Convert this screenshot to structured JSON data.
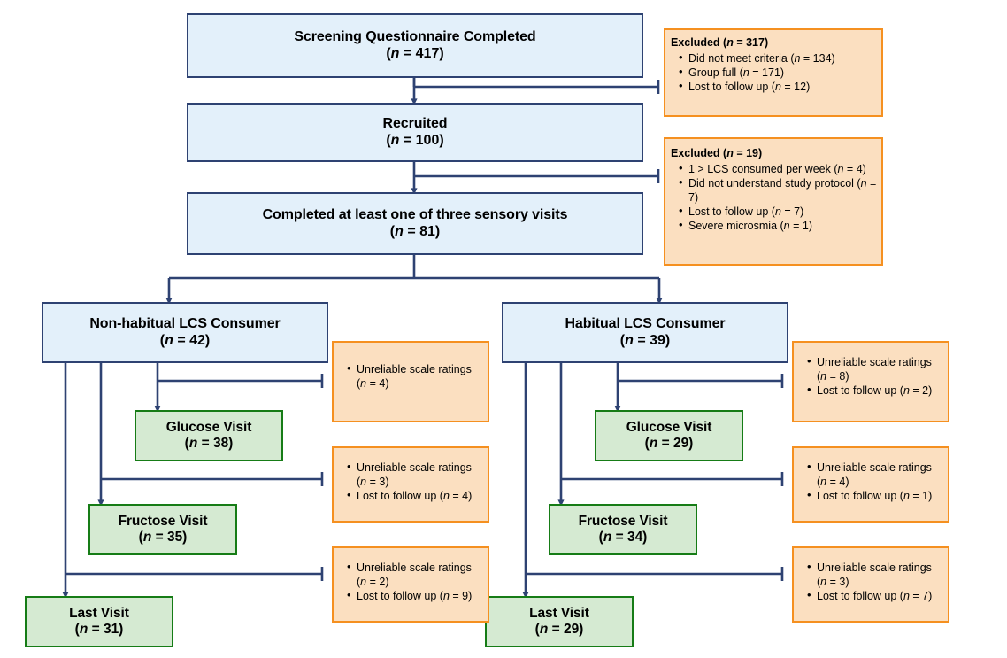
{
  "diagram": {
    "title": "CONSORT-style participant flow diagram",
    "colors": {
      "blue_fill": "#e3f0fa",
      "blue_border": "#2e4272",
      "green_fill": "#d5ead2",
      "green_border": "#167c16",
      "orange_fill": "#fbdfc0",
      "orange_border": "#f59020",
      "connector": "#2e4272"
    }
  },
  "nodes": {
    "screening": {
      "title": "Screening Questionnaire Completed",
      "n_label": "(",
      "n_var": "n",
      "n_rest": " = 417)"
    },
    "recruited": {
      "title": "Recruited",
      "n_rest": " = 100)"
    },
    "completed": {
      "title": "Completed at least one of three sensory visits",
      "n_rest": " = 81)"
    },
    "nonhabitual": {
      "title": "Non-habitual LCS Consumer",
      "n_rest": " = 42)"
    },
    "habitual": {
      "title": "Habitual LCS Consumer",
      "n_rest": " = 39)"
    },
    "nh_glucose": {
      "title": "Glucose Visit",
      "n_rest": " = 38)"
    },
    "nh_fructose": {
      "title": "Fructose Visit",
      "n_rest": " = 35)"
    },
    "nh_last": {
      "title": "Last Visit",
      "n_rest": " = 31)"
    },
    "h_glucose": {
      "title": "Glucose Visit",
      "n_rest": " = 29)"
    },
    "h_fructose": {
      "title": "Fructose Visit",
      "n_rest": " = 34)"
    },
    "h_last": {
      "title": "Last Visit",
      "n_rest": " = 29)"
    }
  },
  "exclusions": {
    "excluded_317": {
      "heading_pre": "Excluded (",
      "heading_var": "n",
      "heading_post": " = 317)",
      "items": [
        {
          "text_pre": "Did not meet criteria (",
          "var": "n",
          "text_post": " = 134)"
        },
        {
          "text_pre": "Group full (",
          "var": "n",
          "text_post": " = 171)"
        },
        {
          "text_pre": "Lost to follow up (",
          "var": "n",
          "text_post": " = 12)"
        }
      ]
    },
    "excluded_19": {
      "heading_pre": "Excluded (",
      "heading_var": "n",
      "heading_post": " = 19)",
      "items": [
        {
          "text_pre": "1 > LCS consumed per week (",
          "var": "n",
          "text_post": " = 4)"
        },
        {
          "text_pre": "Did not understand study protocol (",
          "var": "n",
          "text_post": " = 7)"
        },
        {
          "text_pre": "Lost to follow up (",
          "var": "n",
          "text_post": " = 7)"
        },
        {
          "text_pre": "Severe microsmia (",
          "var": "n",
          "text_post": " = 1)"
        }
      ]
    },
    "nh_glucose_loss": {
      "items": [
        {
          "text_pre": "Unreliable scale ratings (",
          "var": "n",
          "text_post": " = 4)"
        }
      ]
    },
    "nh_fructose_loss": {
      "items": [
        {
          "text_pre": "Unreliable scale ratings (",
          "var": "n",
          "text_post": " = 3)"
        },
        {
          "text_pre": "Lost to follow up (",
          "var": "n",
          "text_post": " = 4)"
        }
      ]
    },
    "nh_last_loss": {
      "items": [
        {
          "text_pre": "Unreliable scale ratings (",
          "var": "n",
          "text_post": " = 2)"
        },
        {
          "text_pre": "Lost to follow up (",
          "var": "n",
          "text_post": " = 9)"
        }
      ]
    },
    "h_glucose_loss": {
      "items": [
        {
          "text_pre": "Unreliable scale ratings (",
          "var": "n",
          "text_post": " = 8)"
        },
        {
          "text_pre": "Lost to follow up (",
          "var": "n",
          "text_post": " = 2)"
        }
      ]
    },
    "h_fructose_loss": {
      "items": [
        {
          "text_pre": "Unreliable scale ratings (",
          "var": "n",
          "text_post": " = 4)"
        },
        {
          "text_pre": "Lost to follow up (",
          "var": "n",
          "text_post": " = 1)"
        }
      ]
    },
    "h_last_loss": {
      "items": [
        {
          "text_pre": "Unreliable scale ratings (",
          "var": "n",
          "text_post": " = 3)"
        },
        {
          "text_pre": "Lost to follow up (",
          "var": "n",
          "text_post": " = 7)"
        }
      ]
    }
  }
}
